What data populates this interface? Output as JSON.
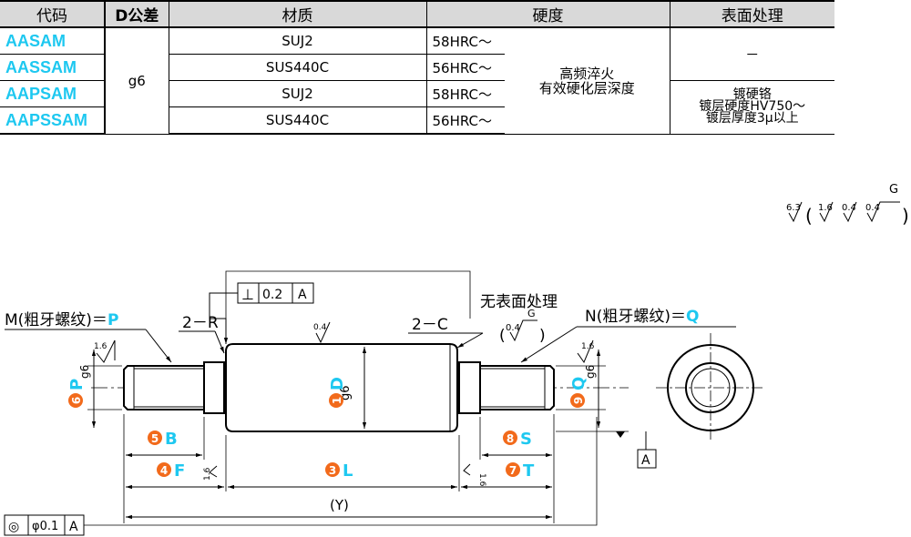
{
  "table": {
    "headers": [
      "代码",
      "D公差",
      "材质",
      "硬度",
      "表面处理"
    ],
    "rows": [
      {
        "code": "AASAM",
        "material": "SUJ2",
        "hardness": "58HRC～"
      },
      {
        "code": "AASSAM",
        "material": "SUS440C",
        "hardness": "56HRC～"
      },
      {
        "code": "AAPSAM",
        "material": "SUJ2",
        "hardness": "58HRC～"
      },
      {
        "code": "AAPSSAM",
        "material": "SUS440C",
        "hardness": "56HRC～"
      }
    ],
    "tolerance": "g6",
    "hardness_note_line1": "高频淬火",
    "hardness_note_line2": "有效硬化层深度",
    "surface_none": "－",
    "surface_line1": "镀硬铬",
    "surface_line2": "镀层硬度HV750～",
    "surface_line3": "镀层厚度3μ以上"
  },
  "roughness_legend": {
    "main": "6.3",
    "items": [
      "1.6",
      "0.4",
      "0.4"
    ],
    "grind_mark": "G"
  },
  "drawing": {
    "thread_left_label": "M(粗牙螺纹)＝",
    "thread_left_symbol": "P",
    "thread_right_label": "N(粗牙螺纹)＝",
    "thread_right_symbol": "Q",
    "no_surface_label": "无表面处理",
    "radius_label": "2－R",
    "chamfer_label": "2－C",
    "perp_symbol": "⊥",
    "perp_value": "0.2",
    "datum": "A",
    "conc_symbol": "◎",
    "conc_value": "φ0.1",
    "total_length_label": "(Y)",
    "roughness_04": "0.4",
    "roughness_16": "1.6",
    "grind_mark": "G",
    "g6": "g6",
    "callouts": [
      {
        "num": "1",
        "letter": "D"
      },
      {
        "num": "3",
        "letter": "L"
      },
      {
        "num": "4",
        "letter": "F"
      },
      {
        "num": "5",
        "letter": "B"
      },
      {
        "num": "6",
        "letter": "P"
      },
      {
        "num": "7",
        "letter": "T"
      },
      {
        "num": "8",
        "letter": "S"
      },
      {
        "num": "9",
        "letter": "Q"
      }
    ]
  },
  "colors": {
    "callout_circle": "#f26a1b",
    "callout_text": "#1ec8f0"
  }
}
